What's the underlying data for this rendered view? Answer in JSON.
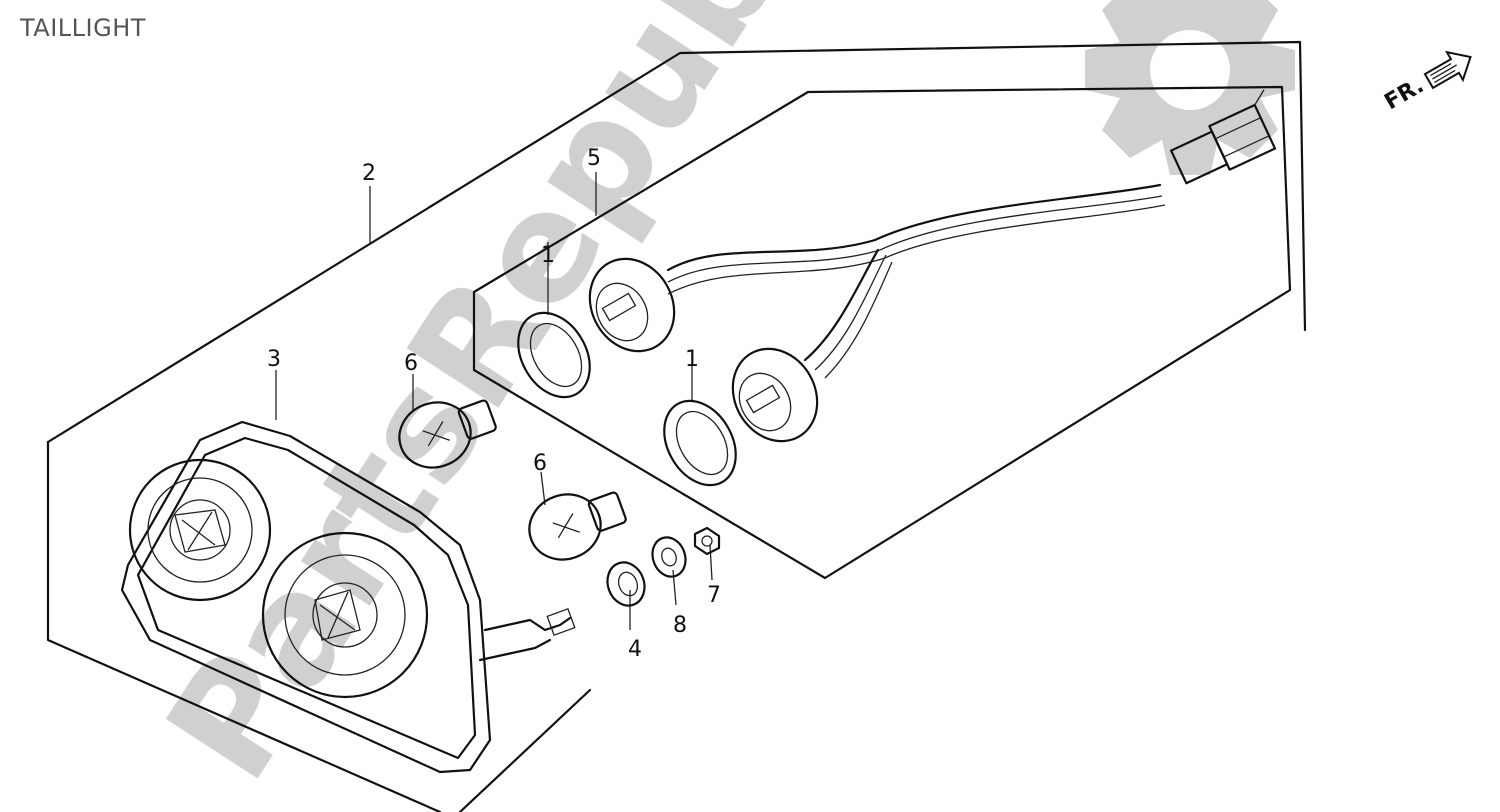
{
  "title": "TAILLIGHT",
  "direction_marker": "FR.",
  "watermark": "PartsRepublik",
  "callouts": {
    "c1a": "1",
    "c1b": "1",
    "c2": "2",
    "c3": "3",
    "c4": "4",
    "c5": "5",
    "c6a": "6",
    "c6b": "6",
    "c7": "7",
    "c8": "8"
  }
}
